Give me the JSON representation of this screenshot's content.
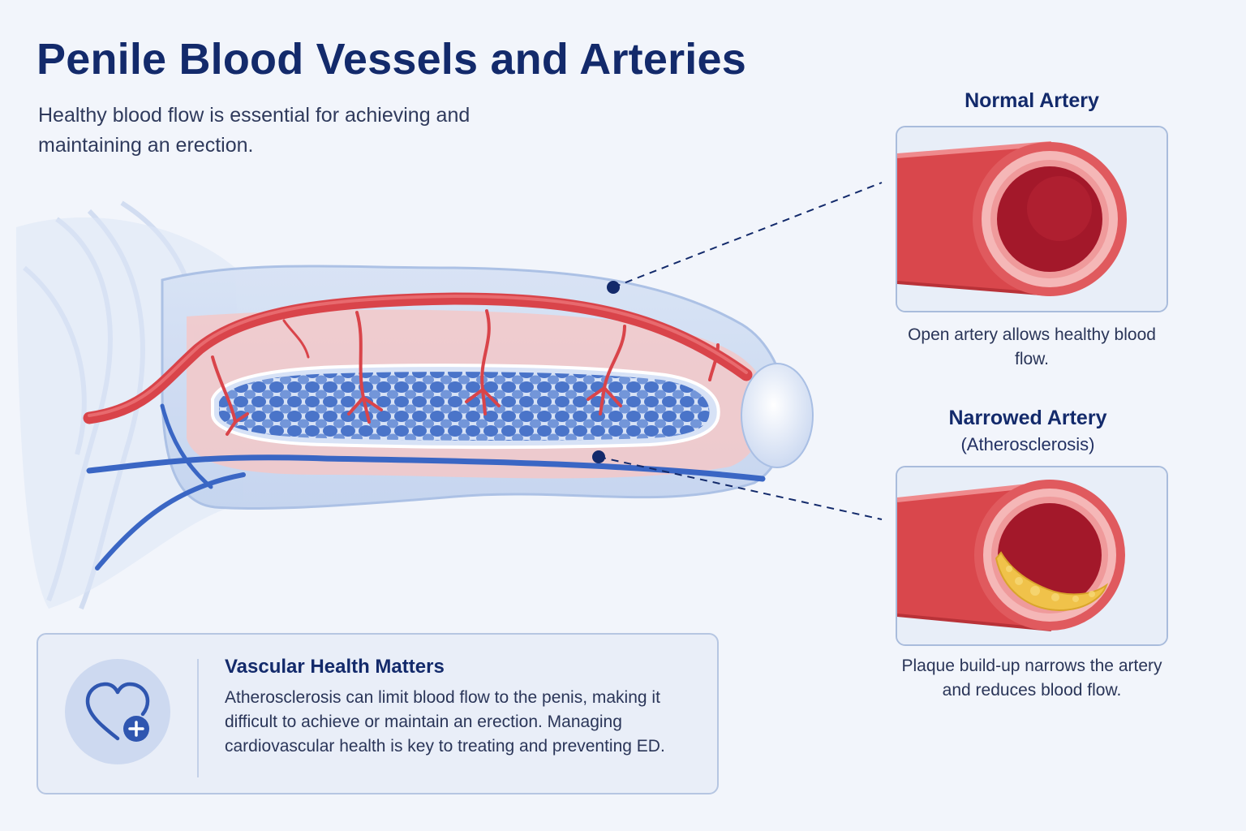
{
  "title": "Penile Blood Vessels and Arteries",
  "subtitle": "Healthy blood flow is essential for achieving and maintaining an erection.",
  "normal_artery": {
    "heading": "Normal Artery",
    "caption": "Open artery allows healthy blood flow."
  },
  "narrowed_artery": {
    "heading": "Narrowed Artery",
    "subheading": "(Atherosclerosis)",
    "caption": "Plaque build-up narrows the artery and reduces blood flow."
  },
  "info_card": {
    "title": "Vascular Health Matters",
    "body": "Atherosclerosis can limit blood flow to the penis, making it difficult to achieve or maintain an erection. Managing cardiovascular health is key to treating and preventing ED.",
    "icon": "heart-plus-icon"
  },
  "colors": {
    "artery": "#d9444a",
    "vein": "#3a66c4",
    "navy": "#132a6b",
    "plaque": "#f0c24a"
  }
}
